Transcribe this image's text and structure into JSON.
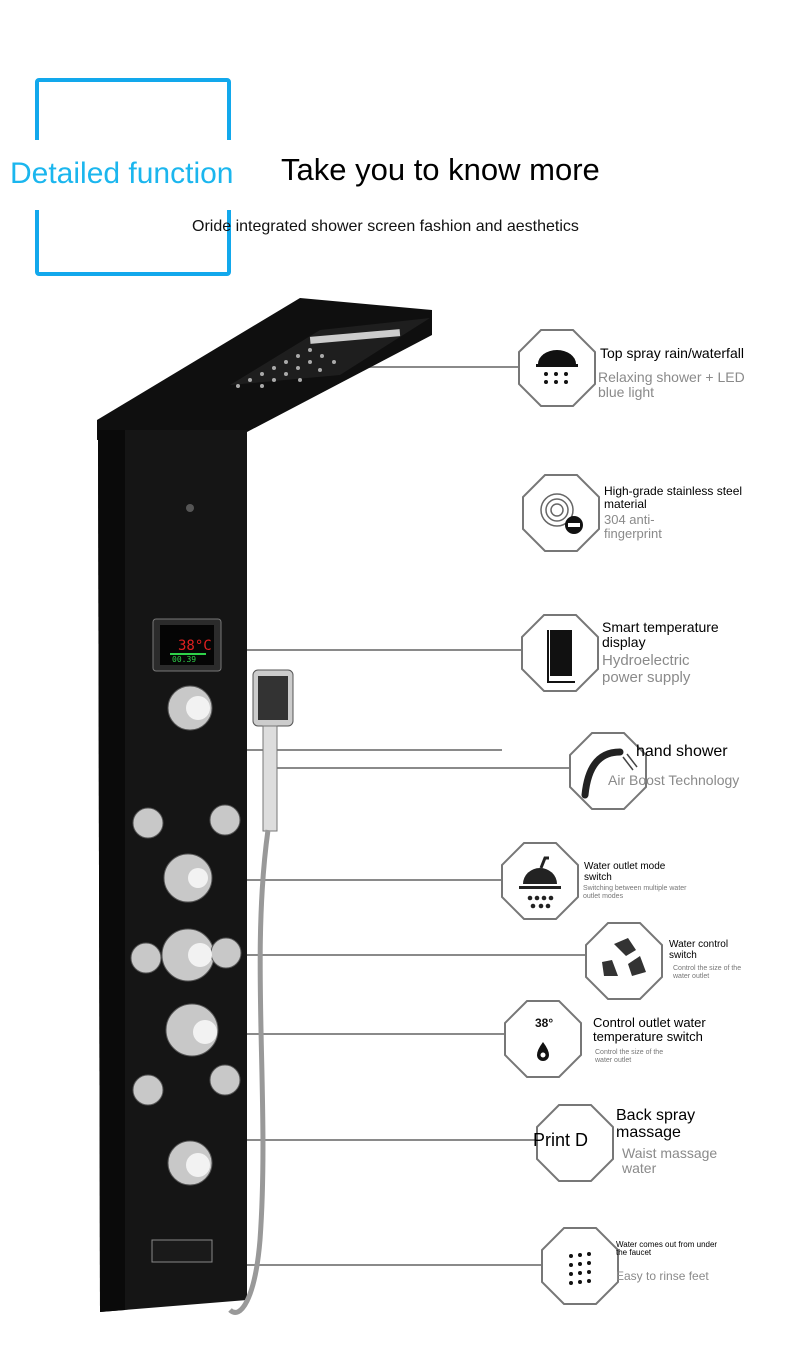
{
  "header": {
    "badge": "Detailed function",
    "title": "Take you to know more",
    "subtitle": "Oride integrated shower screen fashion and aesthetics"
  },
  "display": {
    "temperature": "38°C",
    "readout": "00.39"
  },
  "colors": {
    "accent": "#12a8ec",
    "panel": "#141414",
    "outline": "#6e6e6e"
  },
  "features": [
    {
      "title": "Top spray rain/waterfall",
      "desc": "Relaxing shower + LED blue light",
      "icon": "rain-shower-icon"
    },
    {
      "title": "High-grade stainless steel material",
      "desc": "304 anti-fingerprint",
      "icon": "fingerprint-icon"
    },
    {
      "title": "Smart temperature display",
      "desc": "Hydroelectric power supply",
      "icon": "hydro-generator-icon"
    },
    {
      "title": "hand shower",
      "desc": "Air Boost Technology",
      "icon": "hand-shower-icon"
    },
    {
      "title": "Water outlet mode switch",
      "desc": "Switching between multiple water outlet modes",
      "icon": "shower-head-icon"
    },
    {
      "title": "Water control switch",
      "desc": "Control the size of the water outlet",
      "icon": "recycle-icon"
    },
    {
      "title": "Control outlet water temperature switch",
      "desc": "Control the size of the water outlet",
      "icon": "temperature-drop-icon",
      "icon_text": "38°"
    },
    {
      "title": "Back spray massage",
      "desc": "Waist massage water",
      "icon": "placeholder-icon",
      "icon_text": "Print D"
    },
    {
      "title": "Water comes out from under the faucet",
      "desc": "Easy to rinse feet",
      "icon": "nozzle-grid-icon"
    }
  ]
}
